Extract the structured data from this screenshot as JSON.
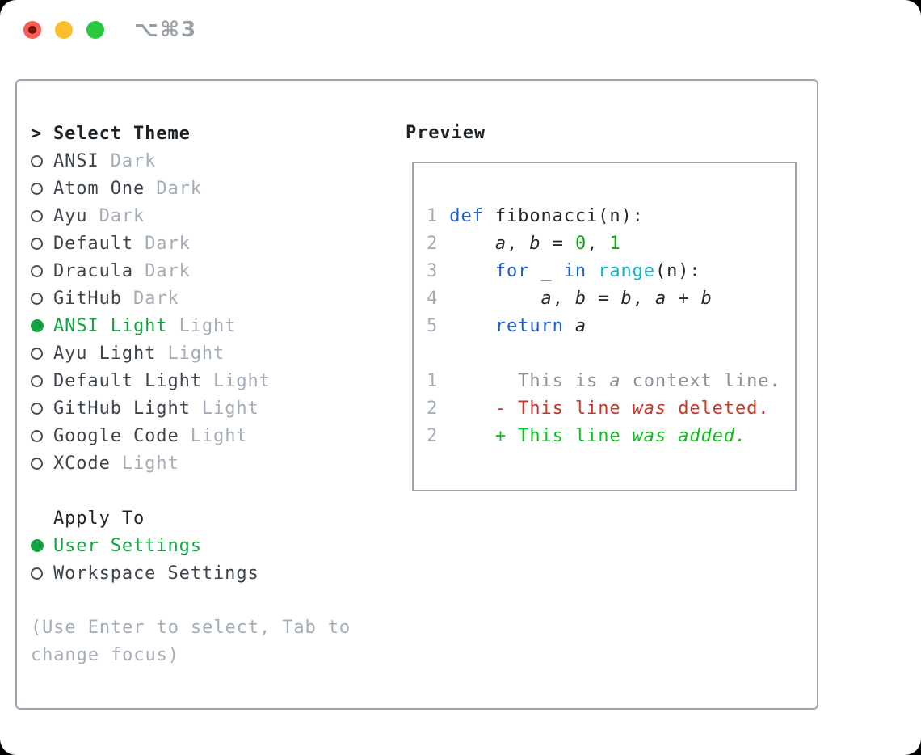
{
  "titlebar": {
    "shortcut": "⌥⌘3",
    "buttons": [
      "close",
      "minimize",
      "zoom"
    ]
  },
  "colors": {
    "title": "#1e2328",
    "item": "#3d444b",
    "muted": "#a4adb7",
    "border": "#9ba4af",
    "sel": "#12a441",
    "kw": "#1b5fd2",
    "fn": "#0db6c9",
    "lit": "#10a818",
    "plain": "#23282e",
    "num": "#a4adb7",
    "ctx": "#8a9197",
    "del": "#c6392a",
    "add": "#0cc11a",
    "tlred": "#f95e55",
    "tlreddot": "#7e130a",
    "tlyellow": "#fcbd2f",
    "tlgreen": "#2bc840",
    "shortcut": "#999fa7"
  },
  "panel": {
    "theme_list": {
      "title_marker": ">",
      "title": "Select Theme",
      "items": [
        {
          "name": "ANSI",
          "badge": "Dark",
          "selected": false
        },
        {
          "name": "Atom One",
          "badge": "Dark",
          "selected": false
        },
        {
          "name": "Ayu",
          "badge": "Dark",
          "selected": false
        },
        {
          "name": "Default",
          "badge": "Dark",
          "selected": false
        },
        {
          "name": "Dracula",
          "badge": "Dark",
          "selected": false
        },
        {
          "name": "GitHub",
          "badge": "Dark",
          "selected": false
        },
        {
          "name": "ANSI Light",
          "badge": "Light",
          "selected": true
        },
        {
          "name": "Ayu Light",
          "badge": "Light",
          "selected": false
        },
        {
          "name": "Default Light",
          "badge": "Light",
          "selected": false
        },
        {
          "name": "GitHub Light",
          "badge": "Light",
          "selected": false
        },
        {
          "name": "Google Code",
          "badge": "Light",
          "selected": false
        },
        {
          "name": "XCode",
          "badge": "Light",
          "selected": false
        }
      ]
    },
    "apply_to": {
      "title": "Apply To",
      "options": [
        {
          "name": "User Settings",
          "selected": true
        },
        {
          "name": "Workspace Settings",
          "selected": false
        }
      ]
    },
    "hint_lines": [
      "(Use Enter to select, Tab to",
      "change focus)"
    ],
    "preview": {
      "title": "Preview",
      "code_lines": [
        [
          [
            "num",
            "1 "
          ],
          [
            "kw",
            "def"
          ],
          [
            "pl",
            " fibonacci(n):"
          ]
        ],
        [
          [
            "num",
            "2"
          ],
          [
            "pl",
            "     "
          ],
          [
            "var",
            "a"
          ],
          [
            "pl",
            ", "
          ],
          [
            "var",
            "b"
          ],
          [
            "pl",
            " = "
          ],
          [
            "lit",
            "0"
          ],
          [
            "pl",
            ", "
          ],
          [
            "lit",
            "1"
          ]
        ],
        [
          [
            "num",
            "3"
          ],
          [
            "pl",
            "     "
          ],
          [
            "kw",
            "for"
          ],
          [
            "pl",
            " _ "
          ],
          [
            "kw",
            "in"
          ],
          [
            "pl",
            " "
          ],
          [
            "fn",
            "range"
          ],
          [
            "pl",
            "(n):"
          ]
        ],
        [
          [
            "num",
            "4"
          ],
          [
            "pl",
            "         "
          ],
          [
            "var",
            "a"
          ],
          [
            "pl",
            ", "
          ],
          [
            "var",
            "b"
          ],
          [
            "pl",
            " = "
          ],
          [
            "var",
            "b"
          ],
          [
            "pl",
            ", "
          ],
          [
            "var",
            "a"
          ],
          [
            "pl",
            " + "
          ],
          [
            "var",
            "b"
          ]
        ],
        [
          [
            "num",
            "5"
          ],
          [
            "pl",
            "     "
          ],
          [
            "kw",
            "return"
          ],
          [
            "pl",
            " "
          ],
          [
            "var",
            "a"
          ]
        ],
        [],
        [
          [
            "num",
            "1"
          ],
          [
            "ctx",
            "       This is "
          ],
          [
            "ctxi",
            "a"
          ],
          [
            "ctx",
            " context line."
          ]
        ],
        [
          [
            "num",
            "2"
          ],
          [
            "pl",
            "     "
          ],
          [
            "del",
            "- This line "
          ],
          [
            "deli",
            "was"
          ],
          [
            "del",
            " deleted."
          ]
        ],
        [
          [
            "num",
            "2"
          ],
          [
            "pl",
            "     "
          ],
          [
            "add",
            "+ This line "
          ],
          [
            "addi",
            "was added."
          ]
        ]
      ]
    }
  }
}
